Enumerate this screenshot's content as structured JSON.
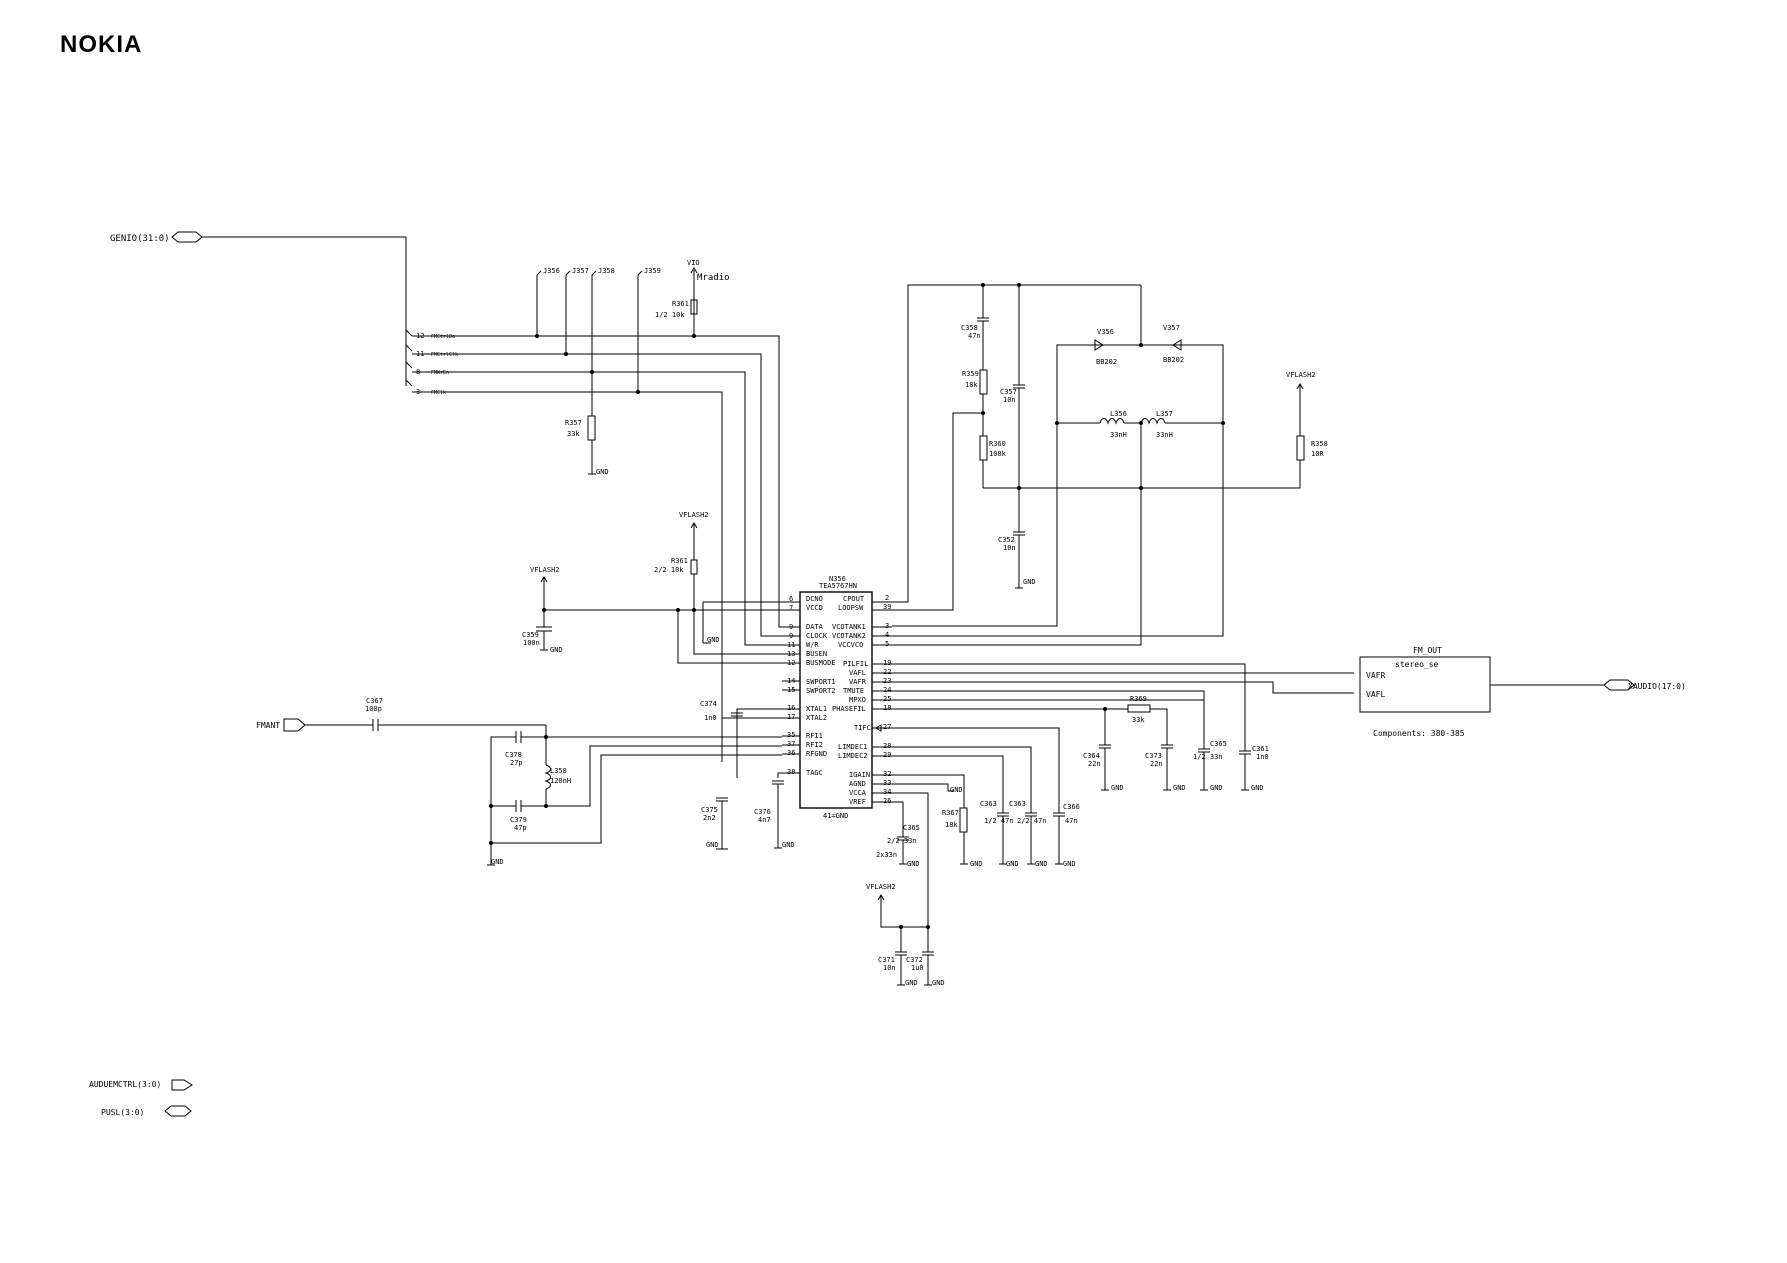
{
  "brand": {
    "logo_text": "NOKIA"
  },
  "ports": {
    "genio": "GENIO(31:0)",
    "fmant": "FMANT",
    "xaudio": "XAUDIO(17:0)",
    "audioctrl": "AUDUEMCTRL(3:0)",
    "pusl": "PUSL(3:0)"
  },
  "bus": {
    "labels": [
      "FMCtrlDa",
      "FMCtrlClk",
      "FMWrEn",
      "FMClk"
    ],
    "pins": [
      "12",
      "11",
      "8",
      "3"
    ]
  },
  "junctions": [
    "J356",
    "J357",
    "J358",
    "J359"
  ],
  "ic": {
    "ref": "N356",
    "part": "TEA5767HN",
    "left_pins": [
      {
        "name": "DCNO",
        "num": "6"
      },
      {
        "name": "VCCD",
        "num": "7"
      },
      {
        "name": "DATA",
        "num": "9"
      },
      {
        "name": "CLOCK",
        "num": "9"
      },
      {
        "name": "W/R",
        "num": "11"
      },
      {
        "name": "BUSEN",
        "num": "13"
      },
      {
        "name": "BUSMODE",
        "num": "12"
      },
      {
        "name": "SWPORT1",
        "num": "14"
      },
      {
        "name": "SWPORT2",
        "num": "15"
      },
      {
        "name": "XTAL1",
        "num": "16"
      },
      {
        "name": "XTAL2",
        "num": "17"
      },
      {
        "name": "RFI1",
        "num": "35"
      },
      {
        "name": "RFI2",
        "num": "37"
      },
      {
        "name": "RFGND",
        "num": "36"
      },
      {
        "name": "TAGC",
        "num": "38"
      }
    ],
    "right_pins": [
      {
        "name": "CPOUT",
        "num": "2"
      },
      {
        "name": "LOOPSW",
        "num": "39"
      },
      {
        "name": "VCOTANK1",
        "num": "3"
      },
      {
        "name": "VCOTANK2",
        "num": "4"
      },
      {
        "name": "VCCVCO",
        "num": "5"
      },
      {
        "name": "PILFIL",
        "num": "19"
      },
      {
        "name": "VAFL",
        "num": "22"
      },
      {
        "name": "VAFR",
        "num": "23"
      },
      {
        "name": "TMUTE",
        "num": "24"
      },
      {
        "name": "MPXO",
        "num": "25"
      },
      {
        "name": "PHASEFIL",
        "num": "18"
      },
      {
        "name": "TIFC",
        "num": "27"
      },
      {
        "name": "LIMDEC1",
        "num": "28"
      },
      {
        "name": "LIMDEC2",
        "num": "29"
      },
      {
        "name": "IGAIN",
        "num": "32"
      },
      {
        "name": "AGND",
        "num": "33"
      },
      {
        "name": "VCCA",
        "num": "34"
      },
      {
        "name": "VREF",
        "num": "26"
      }
    ],
    "gnd_note": "41=GND"
  },
  "power": {
    "vio": "VIO",
    "mradio": "Mradio",
    "vflash2": "VFLASH2",
    "gnd": "GND"
  },
  "components": {
    "R361a": {
      "ref": "R361",
      "value": "1/2 10k"
    },
    "R361b": {
      "ref": "R361",
      "value": "2/2 10k"
    },
    "R357": {
      "ref": "R357",
      "value": "33k"
    },
    "C359": {
      "ref": "C359",
      "value": "100n"
    },
    "C367": {
      "ref": "C367",
      "value": "100p"
    },
    "C378": {
      "ref": "C378",
      "value": "27p"
    },
    "L358": {
      "ref": "L358",
      "value": "120nH"
    },
    "C379": {
      "ref": "C379",
      "value": "47p"
    },
    "C374": {
      "ref": "C374",
      "value": "1n0"
    },
    "C375": {
      "ref": "C375",
      "value": "2n2"
    },
    "C376": {
      "ref": "C376",
      "value": "4n7"
    },
    "C358": {
      "ref": "C358",
      "value": "47n"
    },
    "R359": {
      "ref": "R359",
      "value": "18k"
    },
    "C357": {
      "ref": "C357",
      "value": "10n"
    },
    "R360": {
      "ref": "R360",
      "value": "100k"
    },
    "C352": {
      "ref": "C352",
      "value": "10n"
    },
    "V356": {
      "ref": "V356",
      "value": "BB202"
    },
    "V357": {
      "ref": "V357",
      "value": "BB202"
    },
    "L356": {
      "ref": "L356",
      "value": "33nH"
    },
    "L357": {
      "ref": "L357",
      "value": "33nH"
    },
    "R358": {
      "ref": "R358",
      "value": "10R"
    },
    "R369": {
      "ref": "R369",
      "value": "33k"
    },
    "C364": {
      "ref": "C364",
      "value": "22n"
    },
    "C373": {
      "ref": "C373",
      "value": "22n"
    },
    "C365a": {
      "ref": "C365",
      "value": "1/2 33n"
    },
    "C361": {
      "ref": "C361",
      "value": "1n0"
    },
    "R367": {
      "ref": "R367",
      "value": "18k"
    },
    "C363a": {
      "ref": "C363",
      "value": "1/2 47n"
    },
    "C363b": {
      "ref": "C363",
      "value": "2/2 47n"
    },
    "C366": {
      "ref": "C366",
      "value": "47n"
    },
    "C365b": {
      "ref": "C365",
      "value": "2/2 33n"
    },
    "C365note": "2x33n",
    "C371": {
      "ref": "C371",
      "value": "10n"
    },
    "C372": {
      "ref": "C372",
      "value": "1u0"
    }
  },
  "block": {
    "title": "FM_OUT",
    "subtitle": "stereo_se",
    "pin_r": "VAFR",
    "pin_l": "VAFL",
    "note": "Components: 380-385"
  }
}
